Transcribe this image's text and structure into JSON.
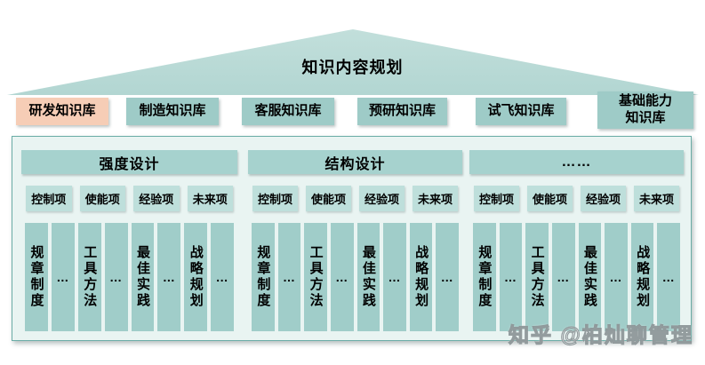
{
  "title": "知识内容规划",
  "knowledge_bases": [
    {
      "label": "研发知识库",
      "highlighted": true
    },
    {
      "label": "制造知识库",
      "highlighted": false
    },
    {
      "label": "客服知识库",
      "highlighted": false
    },
    {
      "label": "预研知识库",
      "highlighted": false
    },
    {
      "label": "试飞知识库",
      "highlighted": false
    },
    {
      "label": "基础能力\n知识库",
      "highlighted": false
    }
  ],
  "groups": [
    {
      "header": "强度设计",
      "sub_items": [
        "控制项",
        "使能项",
        "经验项",
        "未来项"
      ],
      "columns": [
        "规章制度",
        "…",
        "工具方法",
        "…",
        "最佳实践",
        "…",
        "战略规划",
        "…"
      ]
    },
    {
      "header": "结构设计",
      "sub_items": [
        "控制项",
        "使能项",
        "经验项",
        "未来项"
      ],
      "columns": [
        "规章制度",
        "…",
        "工具方法",
        "…",
        "最佳实践",
        "…",
        "战略规划",
        "…"
      ]
    },
    {
      "header": "……",
      "sub_items": [
        "控制项",
        "使能项",
        "经验项",
        "未来项"
      ],
      "columns": [
        "规章制度",
        "…",
        "工具方法",
        "…",
        "最佳实践",
        "…",
        "战略规划",
        "…"
      ]
    }
  ],
  "watermark": "知乎 @柏灿聊管理",
  "colors": {
    "teal_box": "#9ecbc7",
    "teal_triangle": "#b7d9d5",
    "teal_header": "#a6d2ce",
    "teal_sub": "#bedfdb",
    "panel_bg": "#e9f4f2",
    "panel_border": "#6aaca6",
    "highlight_salmon": "#f6cdb6"
  }
}
